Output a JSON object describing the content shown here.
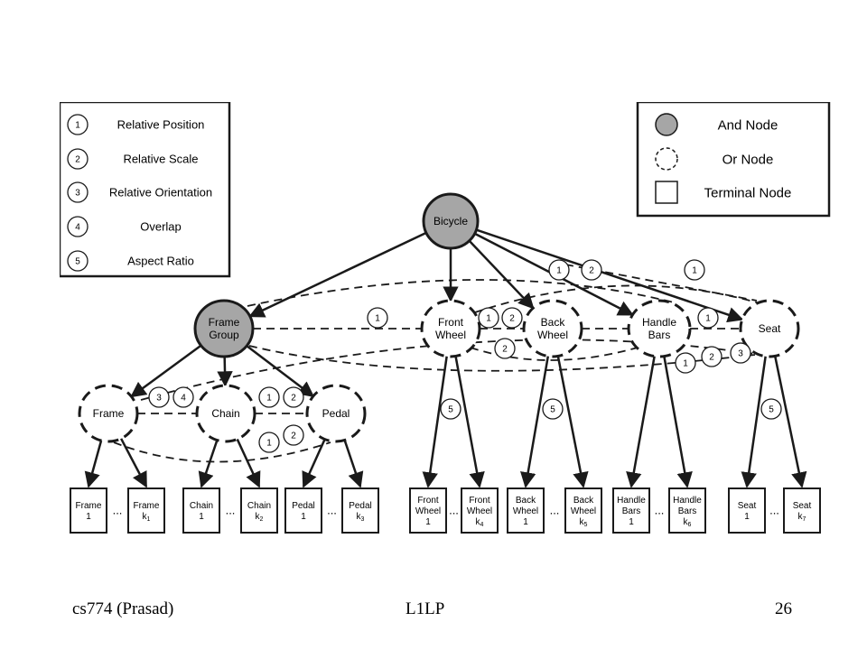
{
  "legend_edges": [
    {
      "num": "1",
      "label": "Relative Position"
    },
    {
      "num": "2",
      "label": "Relative Scale"
    },
    {
      "num": "3",
      "label": "Relative Orientation"
    },
    {
      "num": "4",
      "label": "Overlap"
    },
    {
      "num": "5",
      "label": "Aspect Ratio"
    }
  ],
  "legend_nodes": [
    {
      "type": "and",
      "label": "And Node"
    },
    {
      "type": "or",
      "label": "Or Node"
    },
    {
      "type": "terminal",
      "label": "Terminal Node"
    }
  ],
  "colors": {
    "and_fill": "#a6a6a6",
    "stroke": "#1a1a1a"
  },
  "nodes": {
    "bicycle": {
      "type": "and",
      "lines": [
        "Bicycle"
      ]
    },
    "frame_group": {
      "type": "and",
      "lines": [
        "Frame",
        "Group"
      ]
    },
    "front_wheel": {
      "type": "or",
      "lines": [
        "Front",
        "Wheel"
      ]
    },
    "back_wheel": {
      "type": "or",
      "lines": [
        "Back",
        "Wheel"
      ]
    },
    "handle_bars": {
      "type": "or",
      "lines": [
        "Handle",
        "Bars"
      ]
    },
    "seat": {
      "type": "or",
      "lines": [
        "Seat"
      ]
    },
    "frame": {
      "type": "or",
      "lines": [
        "Frame"
      ]
    },
    "chain": {
      "type": "or",
      "lines": [
        "Chain"
      ]
    },
    "pedal": {
      "type": "or",
      "lines": [
        "Pedal"
      ]
    }
  },
  "terminals": [
    {
      "name": "frame-1",
      "lines": [
        "Frame",
        "1"
      ]
    },
    {
      "name": "frame-k1",
      "lines": [
        "Frame",
        "k"
      ],
      "sub": "1"
    },
    {
      "name": "chain-1",
      "lines": [
        "Chain",
        "1"
      ]
    },
    {
      "name": "chain-k2",
      "lines": [
        "Chain",
        "k"
      ],
      "sub": "2"
    },
    {
      "name": "pedal-1",
      "lines": [
        "Pedal",
        "1"
      ]
    },
    {
      "name": "pedal-k3",
      "lines": [
        "Pedal",
        "k"
      ],
      "sub": "3"
    },
    {
      "name": "front-wheel-1",
      "lines": [
        "Front",
        "Wheel",
        "1"
      ]
    },
    {
      "name": "front-wheel-k4",
      "lines": [
        "Front",
        "Wheel",
        "k"
      ],
      "sub": "4"
    },
    {
      "name": "back-wheel-1",
      "lines": [
        "Back",
        "Wheel",
        "1"
      ]
    },
    {
      "name": "back-wheel-k5",
      "lines": [
        "Back",
        "Wheel",
        "k"
      ],
      "sub": "5"
    },
    {
      "name": "handle-bars-1",
      "lines": [
        "Handle",
        "Bars",
        "1"
      ]
    },
    {
      "name": "handle-bars-k6",
      "lines": [
        "Handle",
        "Bars",
        "k"
      ],
      "sub": "6"
    },
    {
      "name": "seat-1",
      "lines": [
        "Seat",
        "1"
      ]
    },
    {
      "name": "seat-k7",
      "lines": [
        "Seat",
        "k"
      ],
      "sub": "7"
    }
  ],
  "ellipsis": "...",
  "relation_labels": [
    "1",
    "2",
    "3",
    "4",
    "5"
  ],
  "footer": {
    "left": "cs774 (Prasad)",
    "center": "L1LP",
    "right": "26"
  }
}
